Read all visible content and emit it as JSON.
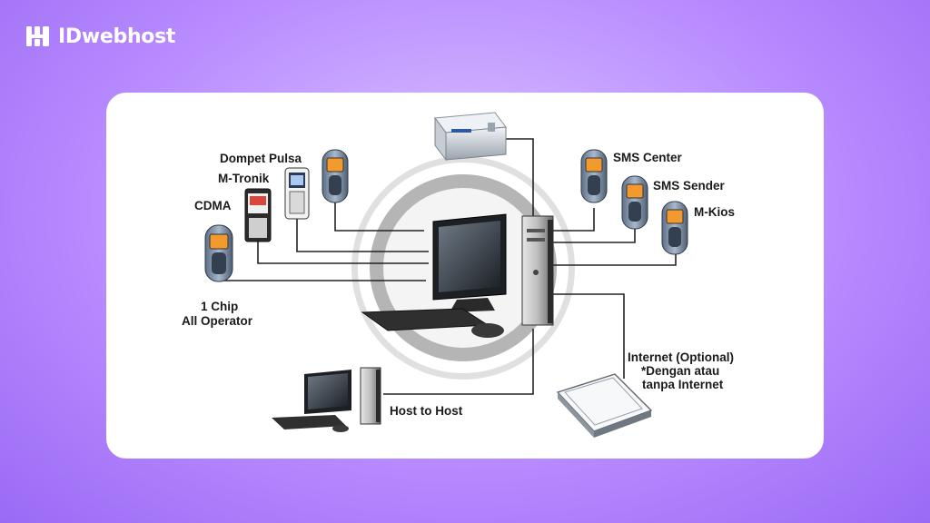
{
  "brand": {
    "name": "IDwebhost",
    "logo_icon": "idwebhost-logo-icon"
  },
  "diagram": {
    "labels": {
      "dompet_pulsa": "Dompet Pulsa",
      "m_tronik": "M-Tronik",
      "cdma": "CDMA",
      "chip_line1": "1 Chip",
      "chip_line2": "All Operator",
      "sms_center": "SMS Center",
      "sms_sender": "SMS Sender",
      "m_kios": "M-Kios",
      "internet_line1": "Internet (Optional)",
      "internet_line2": "*Dengan atau",
      "internet_line3": "tanpa Internet",
      "host_to_host": "Host to Host"
    }
  }
}
